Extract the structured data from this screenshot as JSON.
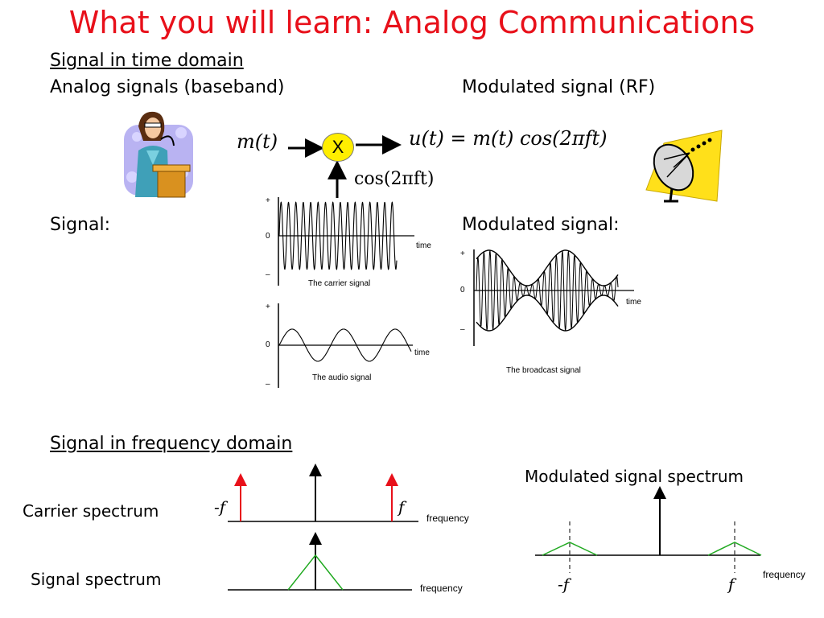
{
  "slide": {
    "title": "What you will learn: Analog Communications",
    "time_domain_heading": "Signal in time domain",
    "analog_label": "Analog signals  (baseband)",
    "modulated_label": "Modulated signal (RF)",
    "signal_label": "Signal:",
    "modulated_signal_label": "Modulated signal:",
    "freq_domain_heading": "Signal in frequency domain",
    "carrier_spectrum_label": "Carrier spectrum",
    "signal_spectrum_label": "Signal spectrum",
    "modulated_spectrum_label": "Modulated signal spectrum"
  },
  "diagram": {
    "input": "m(t)",
    "mixer": "X",
    "output": "u(t) = m(t) cos(2πft)",
    "carrier_input": "cos(2πft)"
  },
  "plots": {
    "carrier": {
      "caption": "The carrier signal",
      "xlabel": "time",
      "ticks": [
        "+",
        "0",
        "–"
      ]
    },
    "audio": {
      "caption": "The audio signal",
      "xlabel": "time",
      "ticks": [
        "+",
        "0",
        "–"
      ]
    },
    "broadcast": {
      "caption": "The broadcast signal",
      "xlabel": "time",
      "ticks": [
        "+",
        "0",
        "–"
      ]
    }
  },
  "spectra": {
    "carrier": {
      "neg_label": "-f",
      "pos_label": "f",
      "xlabel": "frequency"
    },
    "signal": {
      "xlabel": "frequency"
    },
    "modulated": {
      "neg_label": "-f",
      "pos_label": "f",
      "xlabel": "frequency"
    }
  },
  "colors": {
    "title": "#e8101a",
    "carrier_lines": "#e8101a",
    "spectrum_triangles": "#22aa22",
    "mixer_fill": "#ffee00",
    "dish_background": "#ffe01a"
  },
  "icons": [
    "presenter-clipart",
    "satellite-dish-clipart"
  ]
}
